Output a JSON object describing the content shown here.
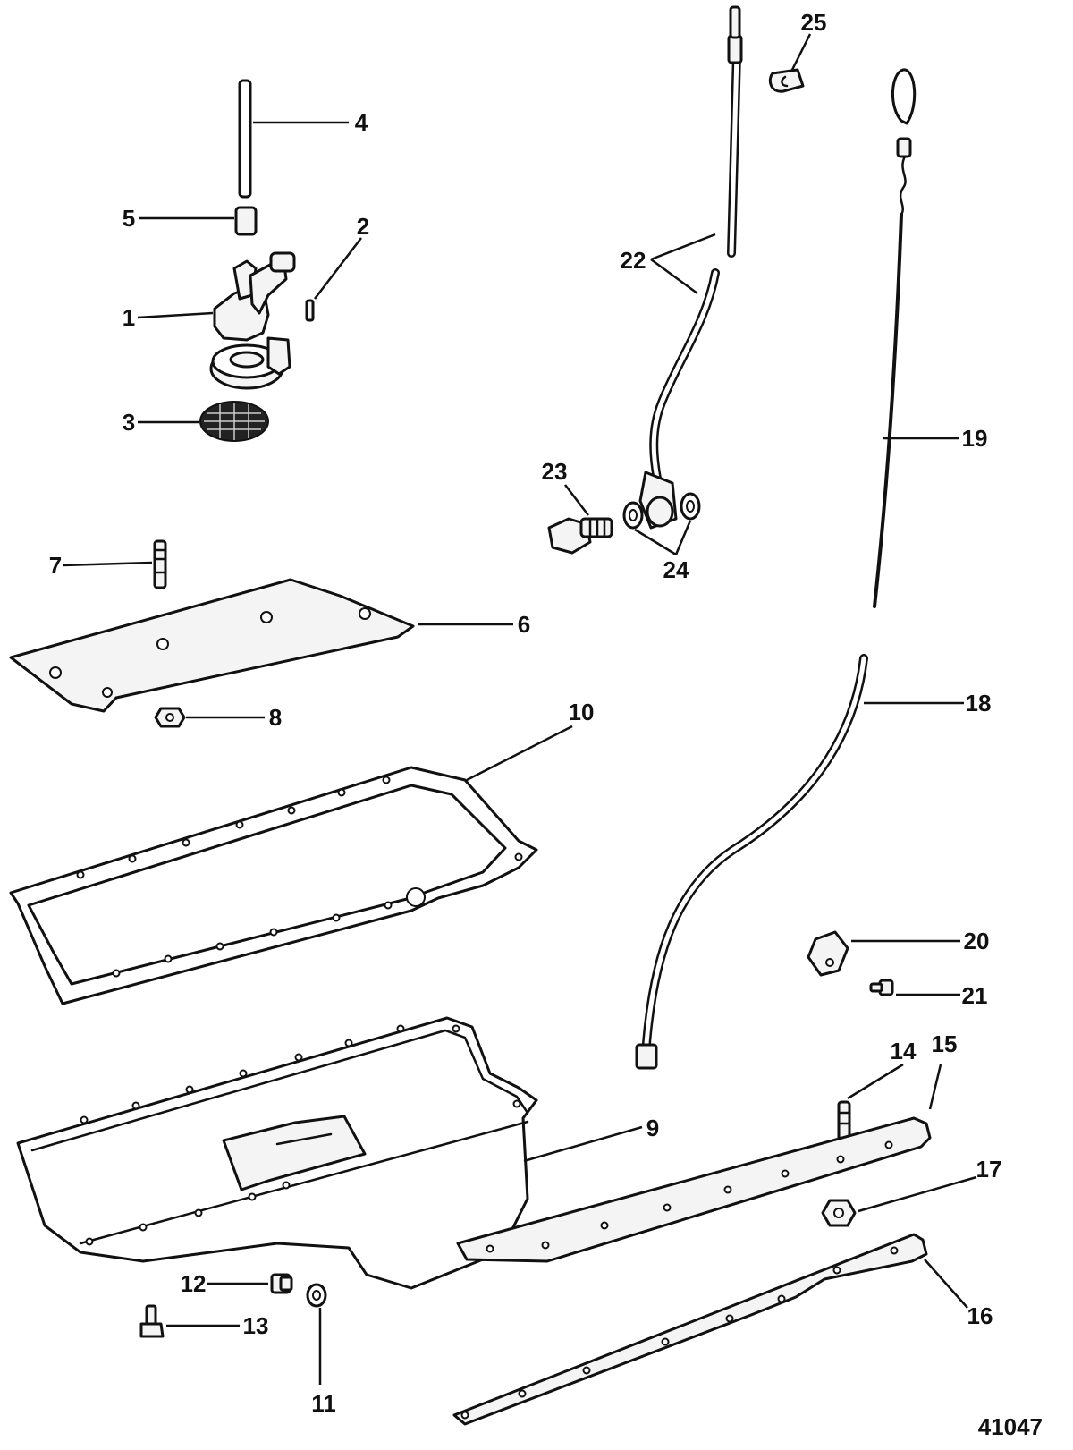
{
  "diagram": {
    "labels": {
      "l1": "1",
      "l2": "2",
      "l3": "3",
      "l4": "4",
      "l5": "5",
      "l6": "6",
      "l7": "7",
      "l8": "8",
      "l9": "9",
      "l10": "10",
      "l11": "11",
      "l12": "12",
      "l13": "13",
      "l14": "14",
      "l15": "15",
      "l16": "16",
      "l17": "17",
      "l18": "18",
      "l19": "19",
      "l20": "20",
      "l21": "21",
      "l22": "22",
      "l23": "23",
      "l24": "24",
      "l25": "25"
    },
    "figure_number": "41047"
  }
}
